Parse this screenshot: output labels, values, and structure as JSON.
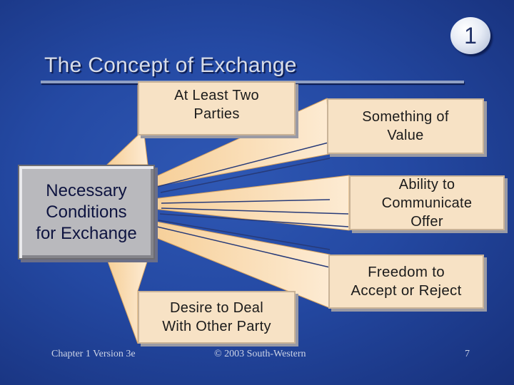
{
  "slide": {
    "badge": "1",
    "title": "The Concept of Exchange",
    "center_label": "Necessary\nConditions\nfor Exchange",
    "conditions": [
      "At Least Two\nParties",
      "Something of\nValue",
      "Ability to\nCommunicate\nOffer",
      "Freedom to\nAccept or Reject",
      "Desire to Deal\nWith Other Party"
    ],
    "footer_left": "Chapter 1 Version 3e",
    "footer_center": "© 2003 South-Western",
    "footer_right": "7"
  },
  "colors": {
    "background": "#2449a3",
    "condition_box": "#f7e2c5",
    "center_box": "#b9b9bd",
    "title_text": "#d8dde8"
  }
}
